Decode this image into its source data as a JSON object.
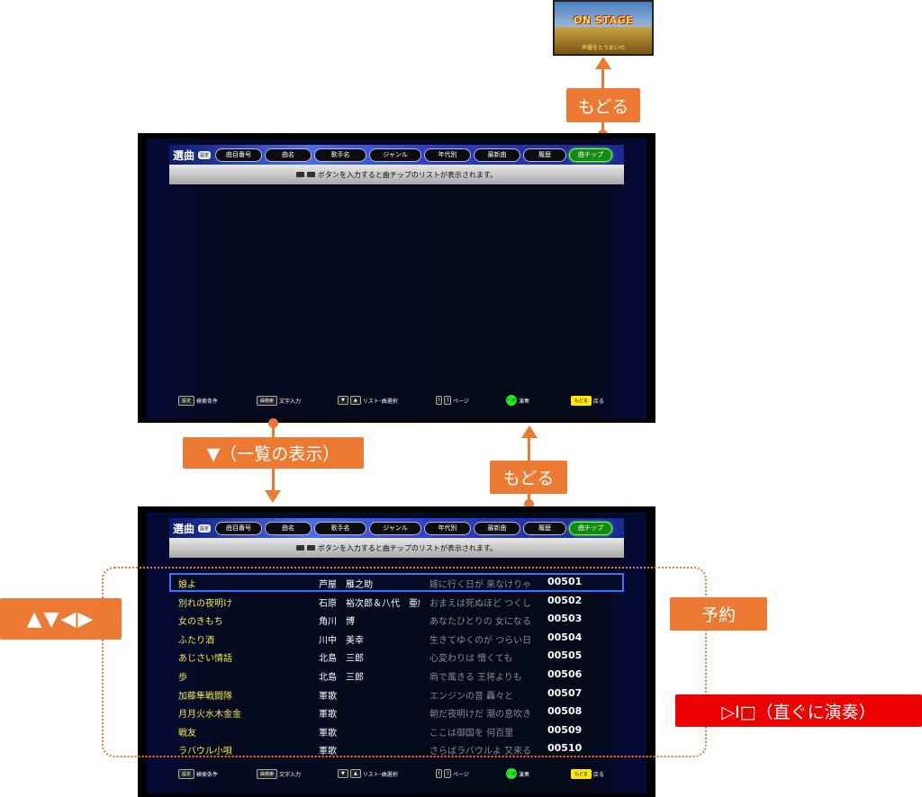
{
  "thumbnail": {
    "logo": "ON STAGE",
    "subtitle": "声優をとうめいの"
  },
  "labels": {
    "back_top": "もどる",
    "show_list": "▼（一覧の表示）",
    "back_mid": "もどる",
    "navigate": "▲▼◀▶",
    "reserve": "予約",
    "play_now": "▷I□（直ぐに演奏）"
  },
  "screen": {
    "brand": "選曲",
    "settings_key": "設定",
    "tabs": [
      "曲目番号",
      "曲名",
      "歌手名",
      "ジャンル",
      "年代別",
      "最新曲",
      "履歴",
      "曲チップ"
    ],
    "active_tab": "曲チップ",
    "message": "ボタンを入力すると曲チップのリストが表示されます。",
    "bottom": {
      "settings_key": "設定",
      "settings_label": "検索条件",
      "search_key": "曲検索",
      "search_label": "文字入力",
      "list_key_down": "▼",
      "list_key_up": "▲",
      "list_label": "リスト･曲選択",
      "page_key_l": "I",
      "page_key_r": "I",
      "page_label": "ページ",
      "play_key": "ﾃﾞｨｽｸ",
      "play_label": "演奏",
      "back_key": "もどる",
      "back_label": "戻る"
    },
    "songs": [
      {
        "title": "娘よ",
        "artist": "芦屋　雁之助",
        "lyric": "嫁に行く日が 来なけりゃ",
        "number": "00501"
      },
      {
        "title": "別れの夜明け",
        "artist": "石原　裕次郎＆八代　亜紀",
        "lyric": "おまえは死ぬほど つくして",
        "number": "00502"
      },
      {
        "title": "女のきもち",
        "artist": "角川　博",
        "lyric": "あなたひとりの 女になる",
        "number": "00503"
      },
      {
        "title": "ふたり酒",
        "artist": "川中　美幸",
        "lyric": "生きてゆくのが つらい日は",
        "number": "00504"
      },
      {
        "title": "あじさい情話",
        "artist": "北島　三郎",
        "lyric": "心変わりは 憎くても",
        "number": "00505"
      },
      {
        "title": "歩",
        "artist": "北島　三郎",
        "lyric": "肩で風きる 王将よりも",
        "number": "00506"
      },
      {
        "title": "加藤隼戦闘隊",
        "artist": "軍歌",
        "lyric": "エンジンの音 轟々と",
        "number": "00507"
      },
      {
        "title": "月月火水木金金",
        "artist": "軍歌",
        "lyric": "朝だ夜明けだ 潮の息吹き",
        "number": "00508"
      },
      {
        "title": "戦友",
        "artist": "軍歌",
        "lyric": "ここは御国を 何百里",
        "number": "00509"
      },
      {
        "title": "ラバウル小唄",
        "artist": "軍歌",
        "lyric": "さらばラバウルよ 又来るまでは",
        "number": "00510"
      }
    ]
  }
}
